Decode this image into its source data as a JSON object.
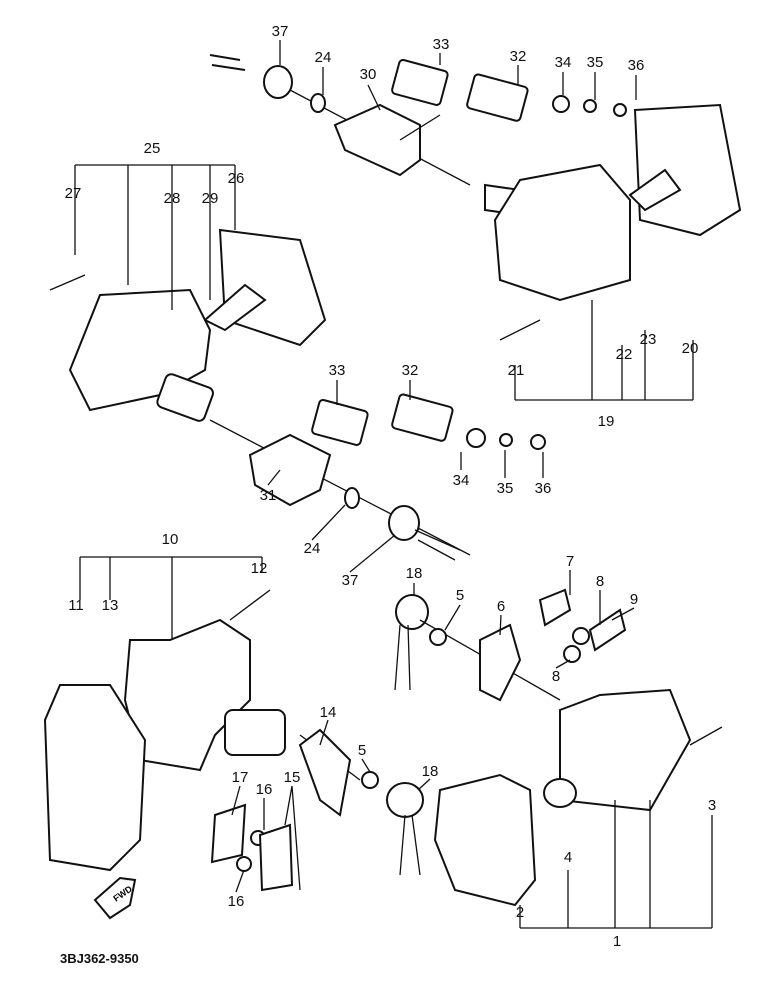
{
  "diagram": {
    "labels": {
      "a37": "37",
      "a24": "24",
      "a30": "30",
      "a33": "33",
      "a32": "32",
      "a34": "34",
      "a35": "35",
      "a36": "36",
      "b25": "25",
      "b27": "27",
      "b28": "28",
      "b29": "29",
      "b26": "26",
      "c21": "21",
      "c22": "22",
      "c23": "23",
      "c20": "20",
      "c19": "19",
      "d33": "33",
      "d32": "32",
      "d31": "31",
      "d34": "34",
      "d35": "35",
      "d36": "36",
      "d24": "24",
      "d37": "37",
      "e10": "10",
      "e11": "11",
      "e13": "13",
      "e12": "12",
      "f18": "18",
      "f5": "5",
      "f6": "6",
      "f7": "7",
      "f8": "8",
      "f9": "9",
      "f8b": "8",
      "g14": "14",
      "g5": "5",
      "g18": "18",
      "h17": "17",
      "h16": "16",
      "h15": "15",
      "h16b": "16",
      "i2": "2",
      "i4": "4",
      "i1": "1",
      "i3": "3"
    },
    "fwd_label": "FWD",
    "drawing_code": "3BJ362-9350"
  }
}
